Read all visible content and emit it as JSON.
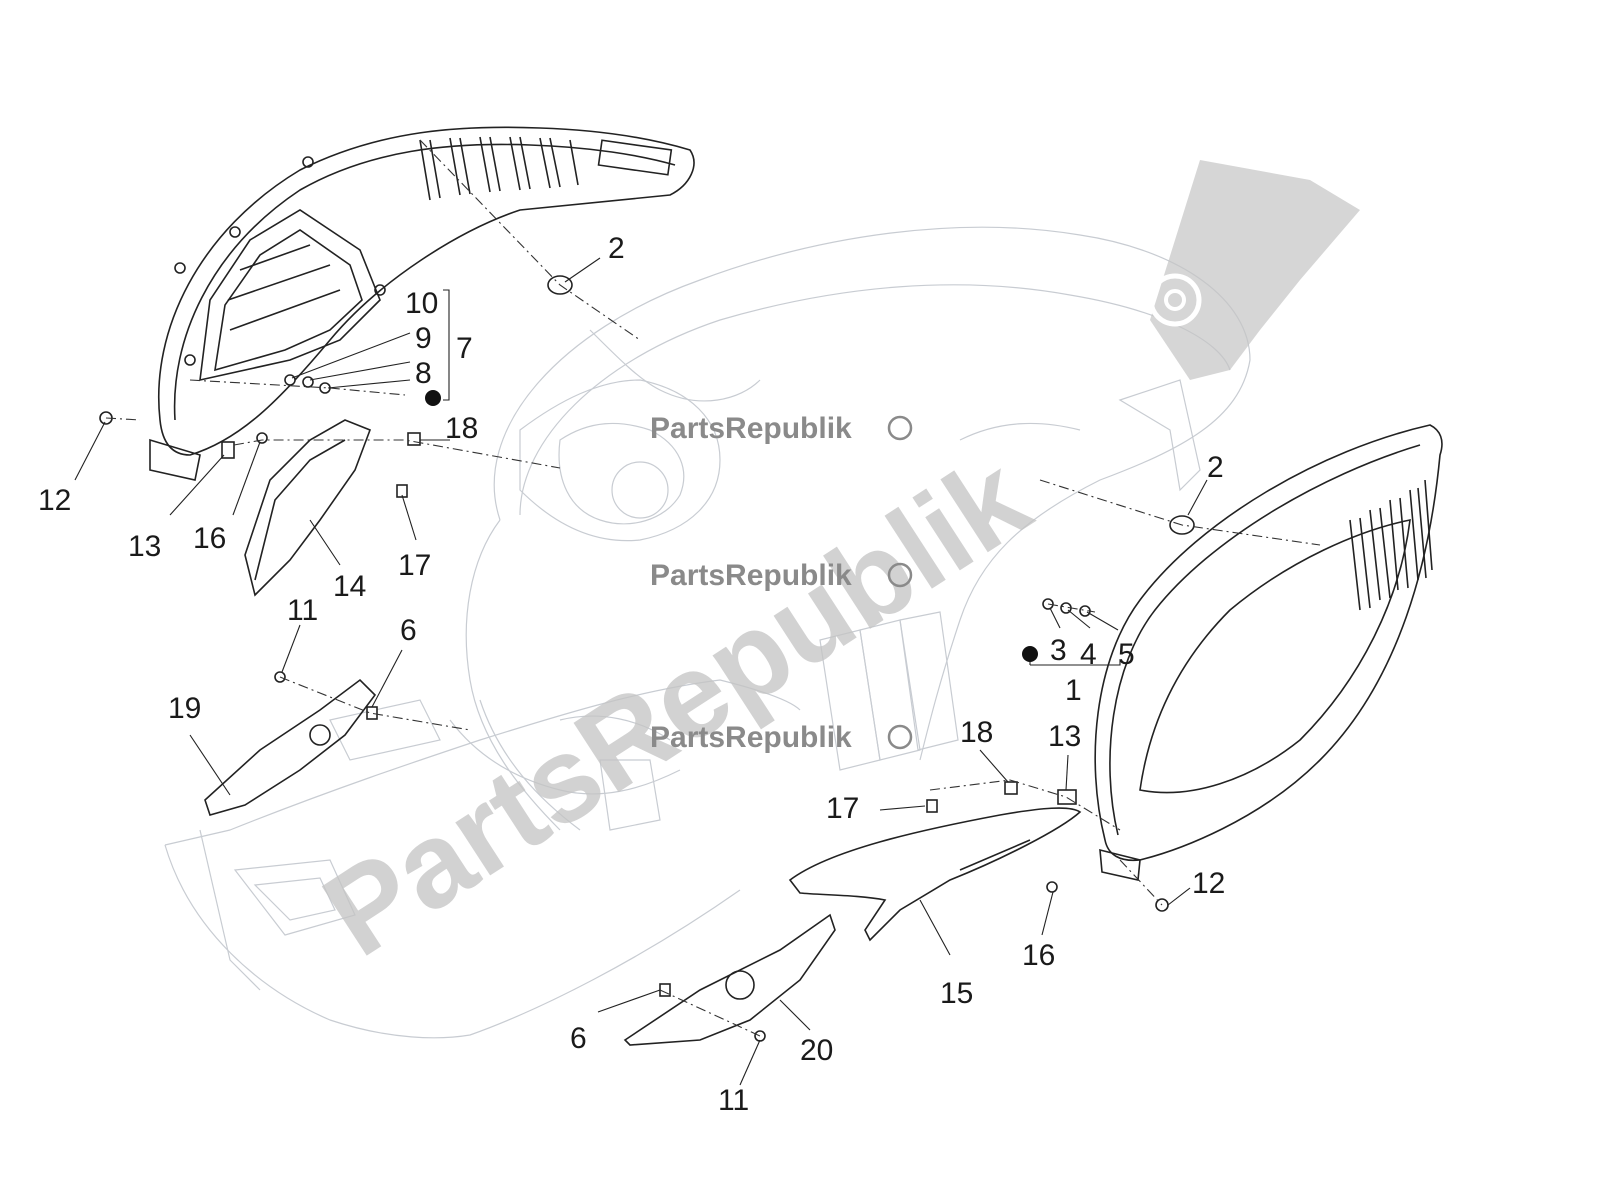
{
  "diagram": {
    "callouts": {
      "c1": "1",
      "c2a": "2",
      "c2b": "2",
      "c3": "3",
      "c4": "4",
      "c5": "5",
      "c6a": "6",
      "c6b": "6",
      "c7": "7",
      "c8": "8",
      "c9": "9",
      "c10": "10",
      "c11a": "11",
      "c11b": "11",
      "c12a": "12",
      "c12b": "12",
      "c13a": "13",
      "c13b": "13",
      "c14": "14",
      "c15": "15",
      "c16a": "16",
      "c16b": "16",
      "c17a": "17",
      "c17b": "17",
      "c18a": "18",
      "c18b": "18",
      "c19": "19",
      "c20": "20"
    },
    "watermark": {
      "small_1": "PartsRepublik",
      "small_2": "PartsRepublik",
      "small_3": "PartsRepublik",
      "big": "PartsRepublik"
    },
    "colors": {
      "ink": "#222222",
      "faint_body": "#c8ccd2",
      "watermark": "#c4c4c4"
    },
    "icons": [
      "gear-icon",
      "dot-marker"
    ]
  }
}
